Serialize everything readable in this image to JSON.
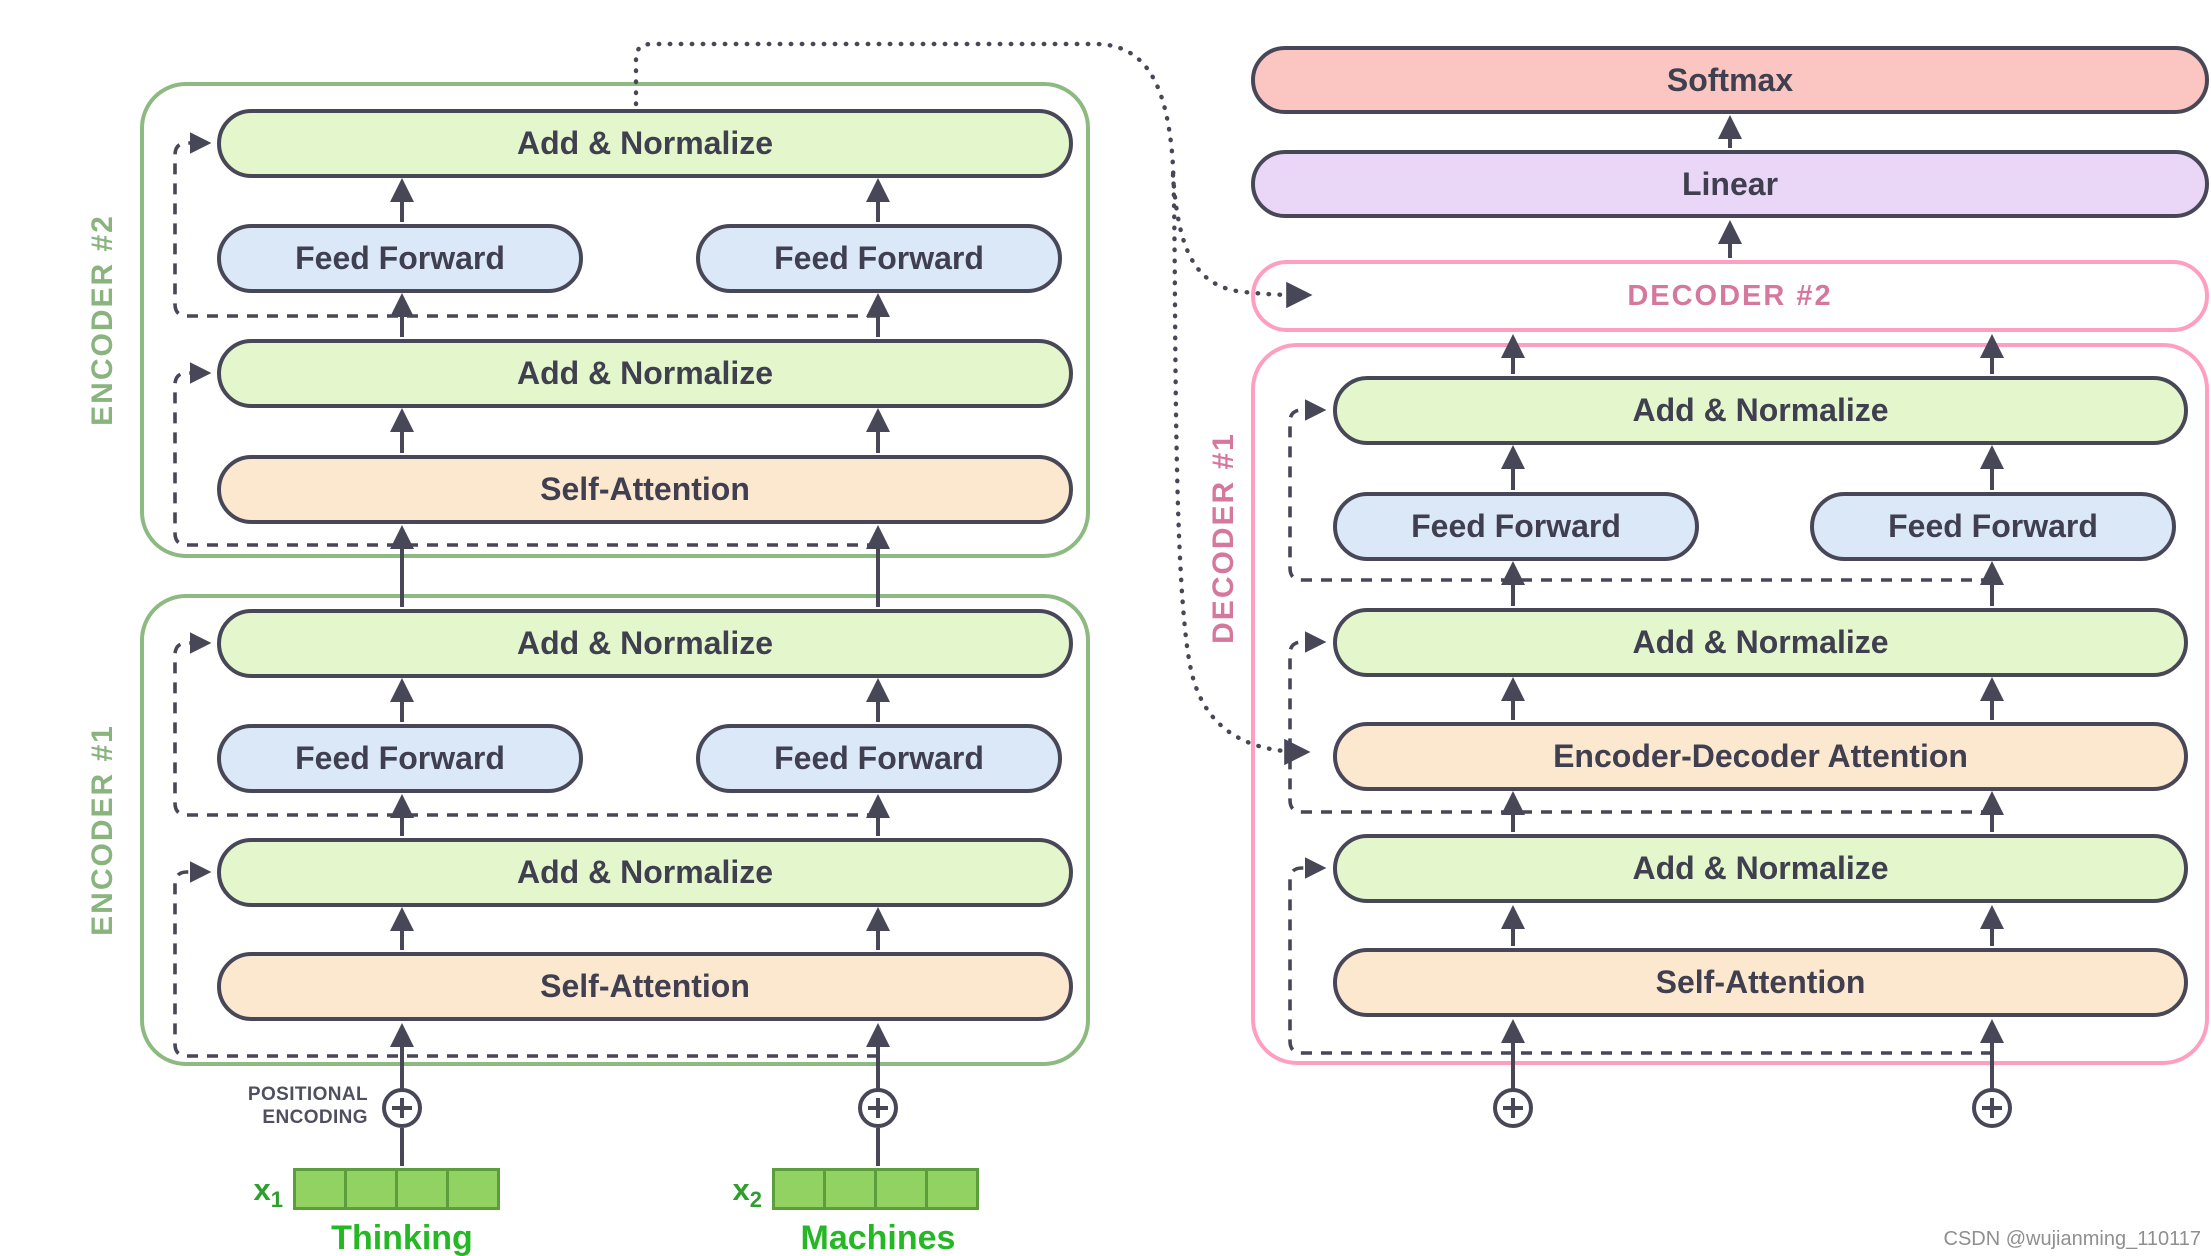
{
  "pills": {
    "add_normalize": "Add & Normalize",
    "feed_forward": "Feed Forward",
    "self_attention": "Self-Attention",
    "encoder_decoder_attention": "Encoder-Decoder Attention",
    "softmax": "Softmax",
    "linear": "Linear"
  },
  "blocks": {
    "encoder1": "ENCODER #1",
    "encoder2": "ENCODER #2",
    "decoder1": "DECODER #1",
    "decoder2": "DECODER #2"
  },
  "io": {
    "positional_line1": "POSITIONAL",
    "positional_line2": "ENCODING",
    "x1_base": "x",
    "x1_sub": "1",
    "x2_base": "x",
    "x2_sub": "2",
    "token1": "Thinking",
    "token2": "Machines",
    "embedding_cells": 4
  },
  "watermark": "CSDN @wujianming_110117",
  "colors": {
    "add_normalize_fill": "#e4f6cb",
    "feed_forward_fill": "#dbe8f8",
    "attention_fill": "#fce7cf",
    "softmax_fill": "#fbc6c1",
    "linear_fill": "#ead7f7",
    "pill_border": "#474757",
    "encoder_border": "#8cba80",
    "decoder_border": "#ff9fbf",
    "encoder_label": "#8ab47e",
    "decoder_label": "#d6779e",
    "embedding_fill": "#92d263",
    "embedding_border": "#5d9e3c",
    "token_text": "#25b825",
    "arrow": "#474757"
  }
}
